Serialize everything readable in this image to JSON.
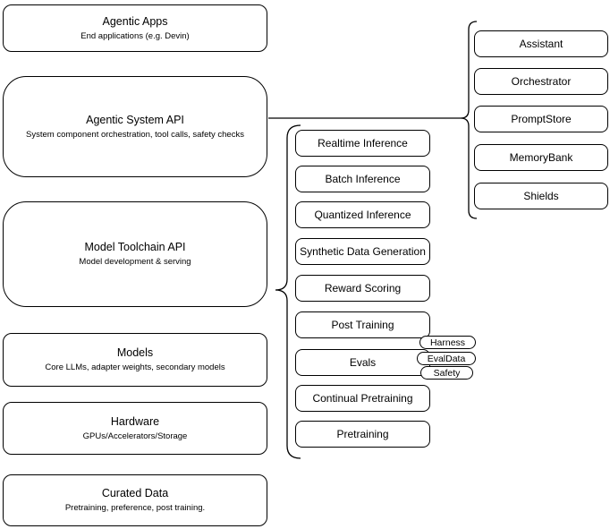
{
  "left_stack": [
    {
      "title": "Agentic Apps",
      "subtitle": "End applications (e.g. Devin)"
    },
    {
      "title": "Agentic System API",
      "subtitle": "System component orchestration, tool calls, safety checks"
    },
    {
      "title": "Model Toolchain API",
      "subtitle": "Model development & serving"
    },
    {
      "title": "Models",
      "subtitle": "Core LLMs, adapter weights, secondary models"
    },
    {
      "title": "Hardware",
      "subtitle": "GPUs/Accelerators/Storage"
    },
    {
      "title": "Curated Data",
      "subtitle": "Pretraining, preference, post training."
    }
  ],
  "toolchain_services": [
    "Realtime Inference",
    "Batch Inference",
    "Quantized Inference",
    "Synthetic Data Generation",
    "Reward Scoring",
    "Post Training",
    "Evals",
    "Continual Pretraining",
    "Pretraining"
  ],
  "eval_tags": [
    "Harness",
    "EvalData",
    "Safety"
  ],
  "system_components": [
    "Assistant",
    "Orchestrator",
    "PromptStore",
    "MemoryBank",
    "Shields"
  ],
  "colors": {
    "stroke": "#000000",
    "fill": "#ffffff",
    "text": "#000000"
  }
}
